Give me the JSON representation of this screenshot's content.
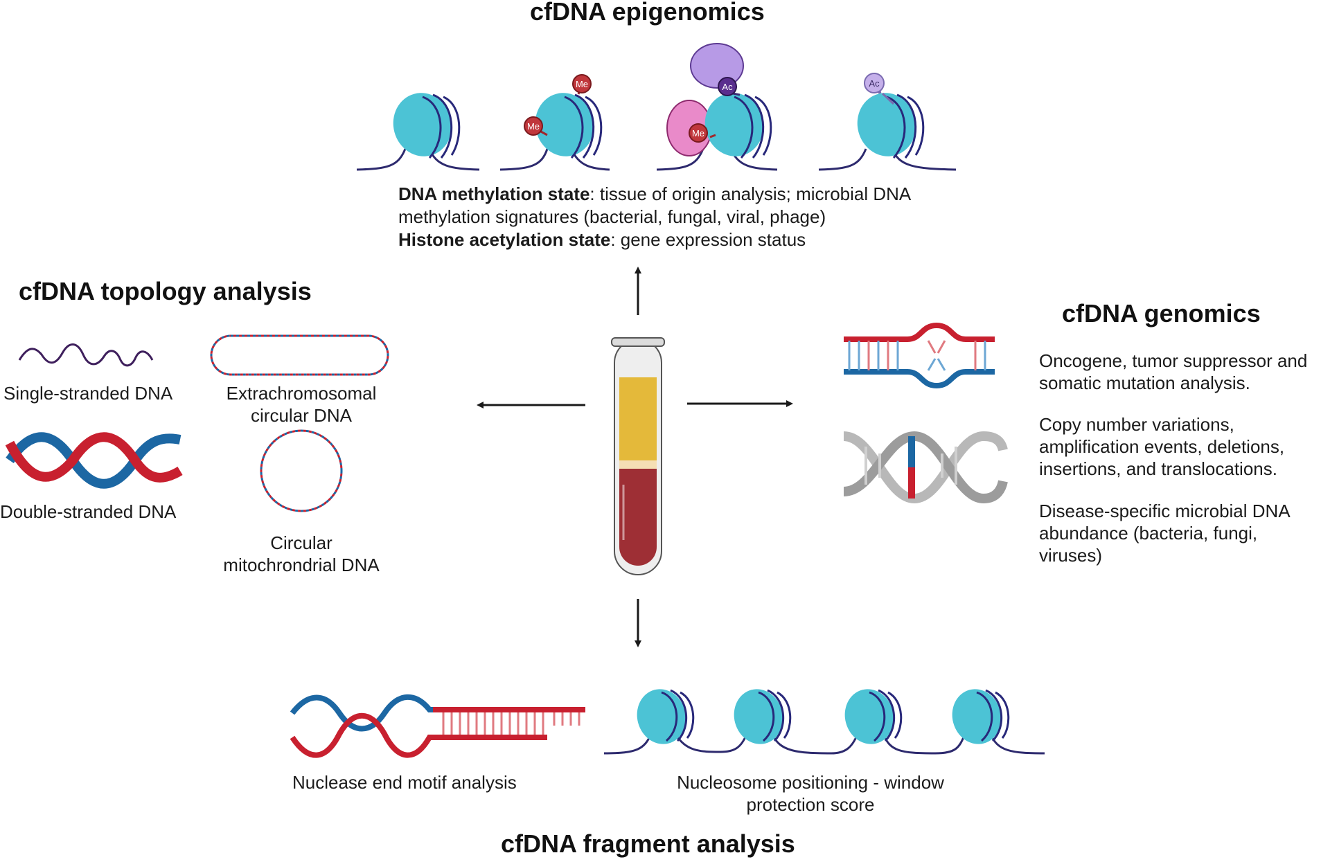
{
  "sections": {
    "epigenomics": {
      "title": "cfDNA epigenomics",
      "marks": {
        "methyl": "Me",
        "acetyl": "Ac"
      },
      "line1_bold": "DNA methylation state",
      "line1_rest": ": tissue of origin analysis; microbial DNA",
      "line2": "methylation signatures (bacterial, fungal, viral, phage)",
      "line3_bold": "Histone acetylation state",
      "line3_rest": ": gene expression status"
    },
    "topology": {
      "title": "cfDNA topology analysis",
      "ssdna": "Single-stranded DNA",
      "ecdna_l1": "Extrachromosomal",
      "ecdna_l2": "circular  DNA",
      "dsdna": "Double-stranded DNA",
      "mito_l1": "Circular",
      "mito_l2": "mitochrondrial DNA"
    },
    "genomics": {
      "title": "cfDNA genomics",
      "p1_l1": "Oncogene, tumor suppressor and",
      "p1_l2": "somatic mutation analysis.",
      "p2_l1": "Copy number variations,",
      "p2_l2": "amplification events, deletions,",
      "p2_l3": "insertions, and translocations.",
      "p3_l1": "Disease-specific microbial DNA",
      "p3_l2": "abundance (bacteria, fungi,",
      "p3_l3": "viruses)"
    },
    "fragment": {
      "title": "cfDNA fragment analysis",
      "end_motif": "Nuclease end motif analysis",
      "nucleo_l1": "Nucleosome positioning - window",
      "nucleo_l2": "protection score"
    }
  },
  "colors": {
    "nucleosome": "#4cc3d5",
    "nucleosome_band": "#28287a",
    "dna_strand": "#2d2a6e",
    "methyl": "#c0373c",
    "pink_protein": "#e98ac9",
    "purple_protein": "#b79ae6",
    "dsdna_red": "#c8202f",
    "dsdna_blue": "#1c67a3",
    "plasma": "#e4b93a",
    "buffy": "#f5dfb5",
    "blood": "#9e2f35",
    "arrow": "#1a1a1a"
  }
}
